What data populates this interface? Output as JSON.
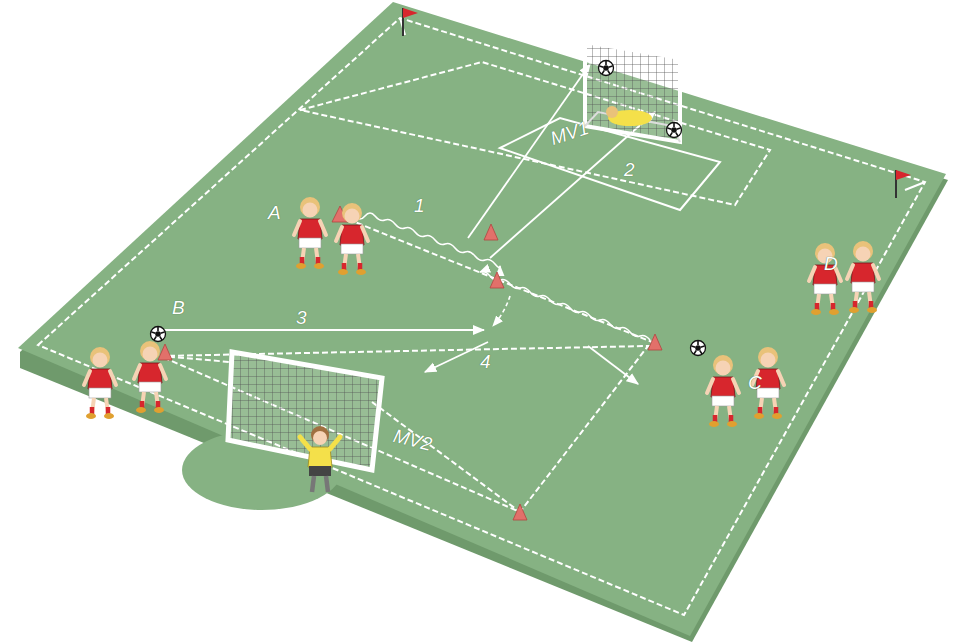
{
  "diagram": {
    "labels": [
      "A",
      "B",
      "C",
      "D",
      "1",
      "2",
      "3",
      "4",
      "MV1",
      "MV2"
    ]
  }
}
